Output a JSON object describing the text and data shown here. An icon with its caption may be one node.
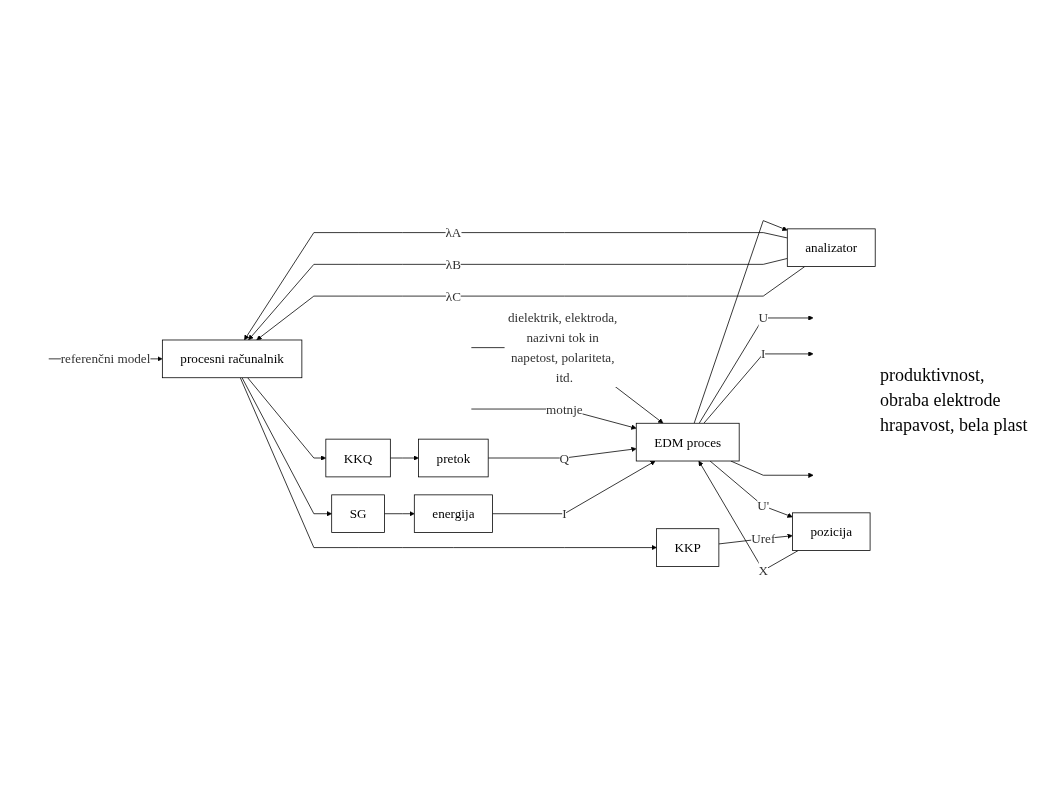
{
  "diagram": {
    "nodes": [
      {
        "text": [
          "procesni računalnik"
        ]
      },
      {
        "text": [
          "analizator"
        ]
      },
      {
        "text": [
          "EDM proces"
        ]
      },
      {
        "text": [
          "pozicija"
        ]
      },
      {
        "text": [
          "pretok"
        ]
      },
      {
        "text": [
          "energija"
        ]
      },
      {
        "text": [
          "KKP"
        ]
      },
      {
        "text": [
          "KKQ"
        ]
      },
      {
        "text": [
          "SG"
        ]
      }
    ],
    "edges": [
      {
        "from": null,
        "to": 0,
        "arrow": "to",
        "label": "referenčni model"
      },
      {
        "from": 0,
        "to": 8,
        "arrow": "to"
      },
      {
        "from": 0,
        "to": 7,
        "arrow": "to"
      },
      {
        "from": 0,
        "to": 6,
        "arrow": "to"
      },
      {
        "from": 1,
        "to": 0,
        "arrow": "to",
        "label": "λA"
      },
      {
        "from": 1,
        "to": 0,
        "arrow": "to",
        "label": "λB"
      },
      {
        "from": 1,
        "to": 0,
        "arrow": "to",
        "label": "λC"
      },
      {
        "from": null,
        "to": 2,
        "arrow": "to",
        "label": "dielektrik, elektroda, nazivni tok in napetost, polariteta, itd."
      },
      {
        "from": null,
        "to": 2,
        "arrow": "to",
        "label": "motnje"
      },
      {
        "from": 2,
        "to": 1,
        "arrow": "to"
      },
      {
        "from": 2,
        "to": null,
        "arrow": "to",
        "label": "U"
      },
      {
        "from": 2,
        "to": null,
        "arrow": "to",
        "label": "I"
      },
      {
        "from": 2,
        "to": null,
        "arrow": "to"
      },
      {
        "from": 2,
        "to": 3,
        "arrow": "to",
        "label": "U'"
      },
      {
        "from": 6,
        "to": 3,
        "arrow": "to",
        "label": "Uref"
      },
      {
        "from": 7,
        "to": 4,
        "arrow": "to"
      },
      {
        "from": 8,
        "to": 5,
        "arrow": "to"
      },
      {
        "from": 3,
        "to": 2,
        "arrow": "to",
        "label": "X"
      },
      {
        "from": 4,
        "to": 2,
        "arrow": "to",
        "label": "Q"
      },
      {
        "from": 5,
        "to": 2,
        "arrow": "to",
        "label": "I"
      }
    ],
    "labels": [
      "produktivnost, obraba elektrode hrapavost, bela plast"
    ]
  }
}
